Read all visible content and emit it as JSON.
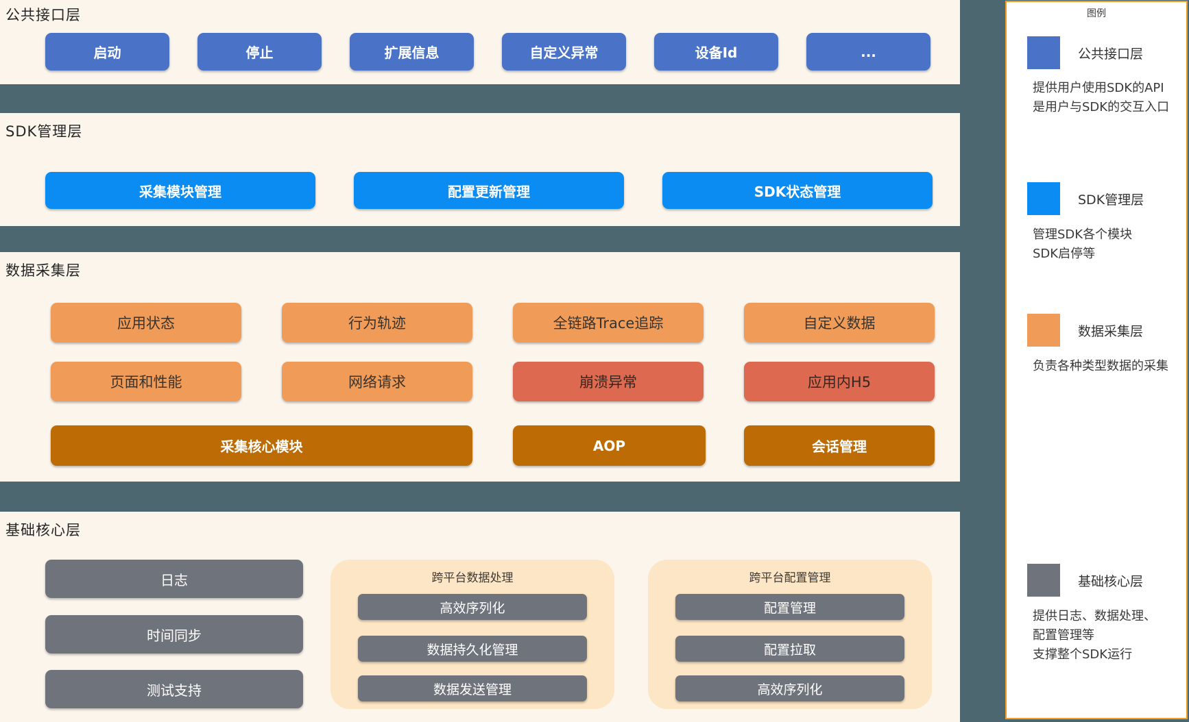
{
  "diagram": {
    "layers": [
      {
        "title": "公共接口层",
        "buttons": [
          "启动",
          "停止",
          "扩展信息",
          "自定义异常",
          "设备Id",
          "..."
        ]
      },
      {
        "title": "SDK管理层",
        "buttons": [
          "采集模块管理",
          "配置更新管理",
          "SDK状态管理"
        ]
      },
      {
        "title": "数据采集层",
        "row1": [
          "应用状态",
          "行为轨迹",
          "全链路Trace追踪",
          "自定义数据"
        ],
        "row2": [
          "页面和性能",
          "网络请求",
          "崩溃异常",
          "应用内H5"
        ],
        "row3": [
          "采集核心模块",
          "AOP",
          "会话管理"
        ]
      },
      {
        "title": "基础核心层",
        "left_buttons": [
          "日志",
          "时间同步",
          "测试支持"
        ],
        "groups": [
          {
            "title": "跨平台数据处理",
            "buttons": [
              "高效序列化",
              "数据持久化管理",
              "数据发送管理"
            ]
          },
          {
            "title": "跨平台配置管理",
            "buttons": [
              "配置管理",
              "配置拉取",
              "高效序列化"
            ]
          }
        ]
      }
    ]
  },
  "legend": {
    "title": "图例",
    "entries": [
      {
        "label": "公共接口层",
        "desc1": "提供用户使用SDK的API",
        "desc2": "是用户与SDK的交互入口"
      },
      {
        "label": "SDK管理层",
        "desc1": "管理SDK各个模块",
        "desc2": "SDK启停等"
      },
      {
        "label": "数据采集层",
        "desc1": "负责各种类型数据的采集"
      },
      {
        "label": "基础核心层",
        "desc1": "提供日志、数据处理、",
        "desc2": "配置管理等",
        "desc3": "支撑整个SDK运行"
      }
    ]
  },
  "colors": {
    "background_slate": "#4d6770",
    "layer_cream": "#fbf5ec",
    "public_api_blue": "#4a73c7",
    "sdk_mgmt_blue": "#0a8cf2",
    "collect_orange": "#f09c58",
    "collect_red": "#dd6a50",
    "collect_brown": "#bd6b04",
    "core_gray": "#6f737c",
    "group_peach": "#fce6c5",
    "legend_border_orange": "#f59a23"
  }
}
